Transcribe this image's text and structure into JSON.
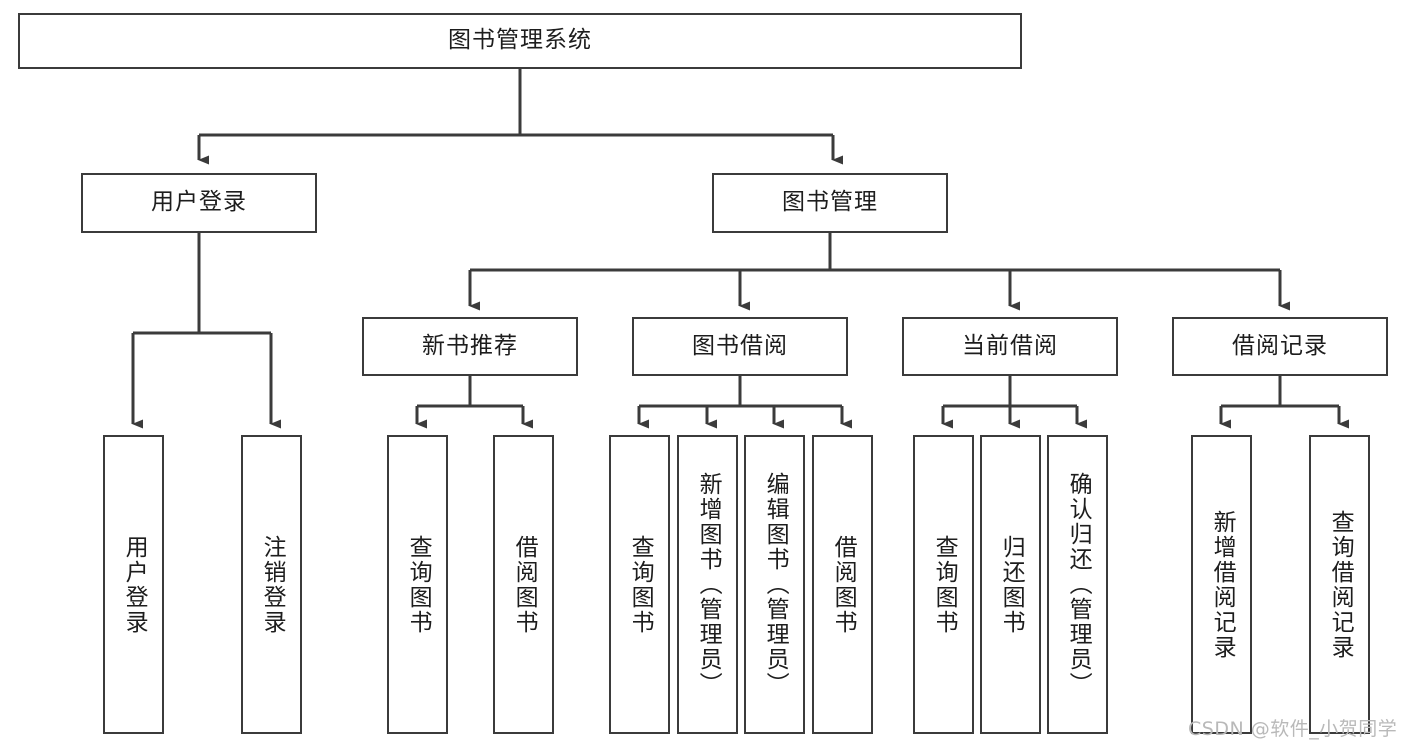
{
  "diagram": {
    "title": "图书管理系统",
    "type": "tree-hierarchy",
    "root": {
      "id": "root",
      "label": "图书管理系统"
    },
    "level2": [
      {
        "id": "user-login",
        "label": "用户登录"
      },
      {
        "id": "book-manage",
        "label": "图书管理"
      }
    ],
    "level3": [
      {
        "id": "new-book-recommend",
        "label": "新书推荐",
        "parent": "book-manage"
      },
      {
        "id": "book-borrow",
        "label": "图书借阅",
        "parent": "book-manage"
      },
      {
        "id": "current-borrow",
        "label": "当前借阅",
        "parent": "book-manage"
      },
      {
        "id": "borrow-record",
        "label": "借阅记录",
        "parent": "book-manage"
      }
    ],
    "leaves": {
      "user_login": [
        {
          "id": "leaf-user-login",
          "label": "用户登录"
        },
        {
          "id": "leaf-logout-login",
          "label": "注销登录"
        }
      ],
      "new_book_recommend": [
        {
          "id": "leaf-query-book-1",
          "label": "查询图书"
        },
        {
          "id": "leaf-borrow-book-1",
          "label": "借阅图书"
        }
      ],
      "book_borrow": [
        {
          "id": "leaf-query-book-2",
          "label": "查询图书"
        },
        {
          "id": "leaf-add-book",
          "label": "新增图书（管理员）"
        },
        {
          "id": "leaf-edit-book",
          "label": "编辑图书（管理员）"
        },
        {
          "id": "leaf-borrow-book-2",
          "label": "借阅图书"
        }
      ],
      "current_borrow": [
        {
          "id": "leaf-query-book-3",
          "label": "查询图书"
        },
        {
          "id": "leaf-return-book",
          "label": "归还图书"
        },
        {
          "id": "leaf-confirm-return",
          "label": "确认归还（管理员）"
        }
      ],
      "borrow_record": [
        {
          "id": "leaf-add-borrow-record",
          "label": "新增借阅记录"
        },
        {
          "id": "leaf-query-borrow-record",
          "label": "查询借阅记录"
        }
      ]
    }
  },
  "watermark": {
    "text": "CSDN @软件_小贺同学"
  },
  "colors": {
    "stroke": "#3b3b3b",
    "box_fill": "#ffffff",
    "text": "#1d1d1d",
    "watermark": "#b9b9b9",
    "background": "#ffffff"
  }
}
